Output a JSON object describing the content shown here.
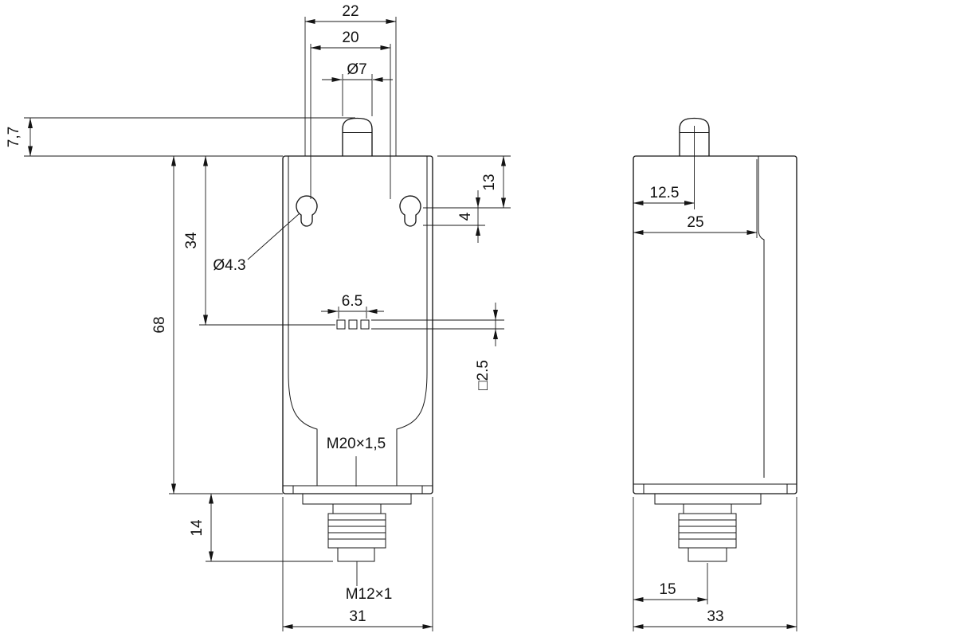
{
  "front_view": {
    "dim_head_width": "22",
    "dim_inner_width": "20",
    "dim_plunger_diameter": "Ø7",
    "dim_plunger_height": "7,7",
    "dim_slot_offset": "13",
    "dim_slot_length": "4",
    "dim_upper_height": "34",
    "dim_hole_diameter": "Ø4.3",
    "dim_body_height": "68",
    "dim_contact_pitch": "6.5",
    "dim_contact_square": "□2.5",
    "label_conduit_thread": "M20×1,5",
    "dim_lower_height": "14",
    "label_connector_thread": "M12×1",
    "dim_body_width": "31"
  },
  "side_view": {
    "dim_plunger_offset": "12.5",
    "dim_body_depth": "25",
    "dim_connector_offset": "15",
    "dim_overall_depth": "33"
  }
}
